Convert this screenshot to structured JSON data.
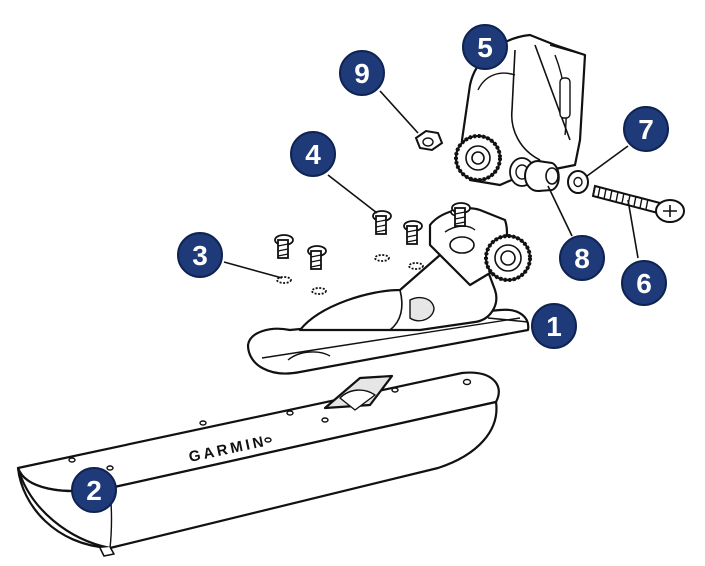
{
  "brand": "GARMIN",
  "colors": {
    "callout_fill": "#1f3a78",
    "callout_stroke": "#0f2352",
    "callout_text": "#ffffff",
    "line": "#111111",
    "part_fill": "#ffffff",
    "shade": "#e6e6e6"
  },
  "callouts": [
    {
      "id": "1",
      "label": "1"
    },
    {
      "id": "2",
      "label": "2"
    },
    {
      "id": "3",
      "label": "3"
    },
    {
      "id": "4",
      "label": "4"
    },
    {
      "id": "5",
      "label": "5"
    },
    {
      "id": "6",
      "label": "6"
    },
    {
      "id": "7",
      "label": "7"
    },
    {
      "id": "8",
      "label": "8"
    },
    {
      "id": "9",
      "label": "9"
    }
  ]
}
